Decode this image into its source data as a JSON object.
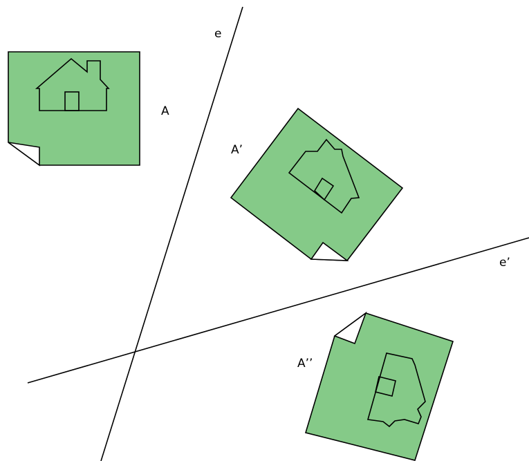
{
  "labels": {
    "line_e": "e",
    "line_e_prime": "e’",
    "figure_a": "A",
    "figure_a_prime": "A’",
    "figure_a_double_prime": "A’’"
  },
  "colors": {
    "card_fill": "#85CA88",
    "stroke": "#000000",
    "curl_fill": "#ffffff",
    "background": "#ffffff"
  }
}
